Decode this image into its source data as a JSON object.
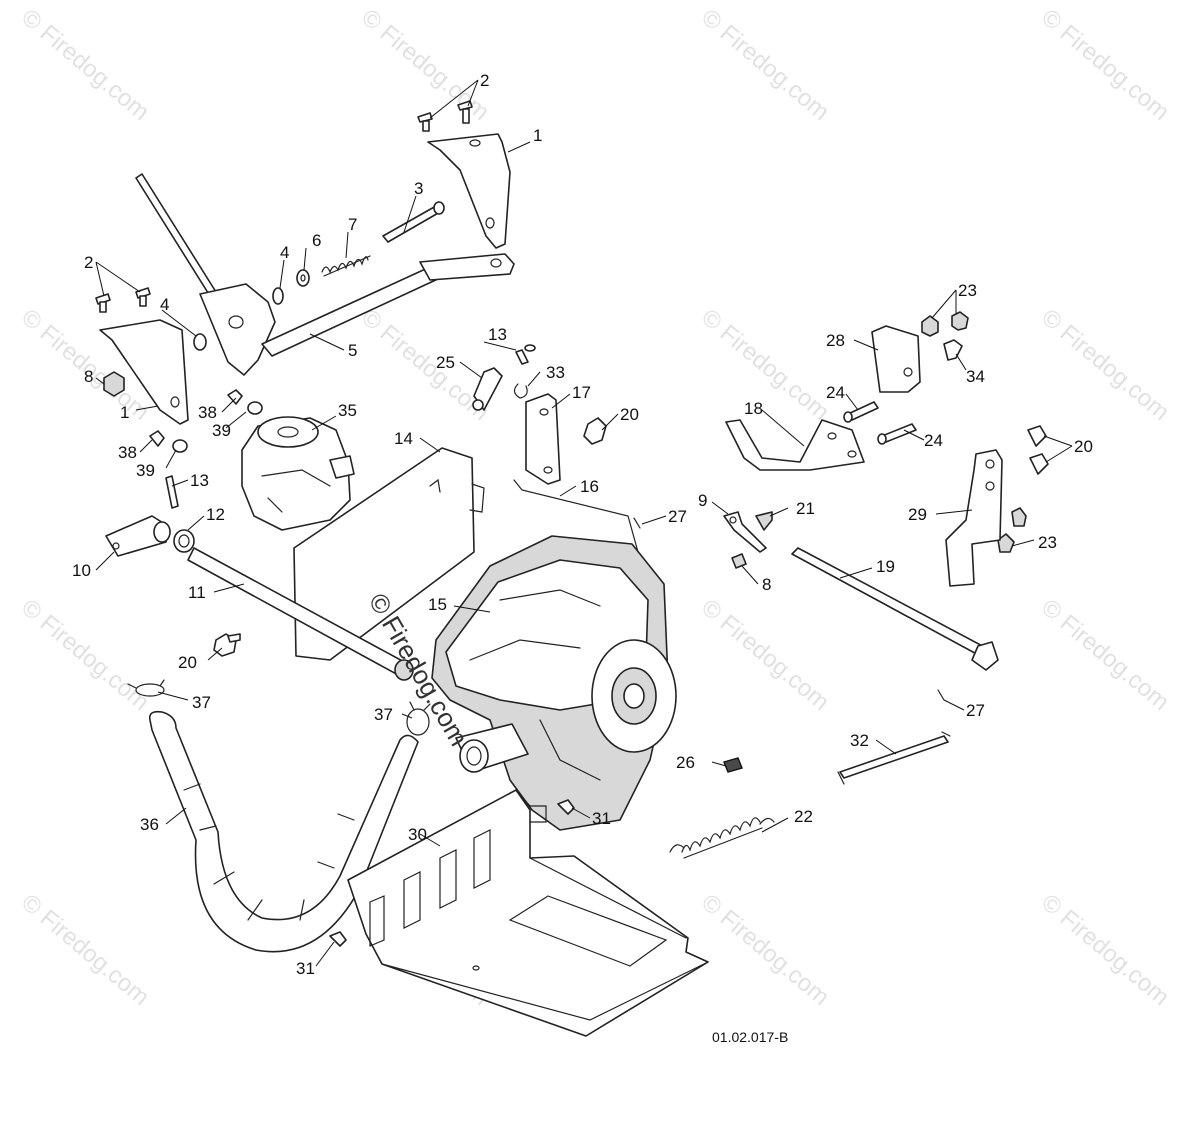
{
  "diagram": {
    "drawing_code": "01.02.017-B",
    "watermark": "© Firedog.com",
    "callouts": [
      {
        "label": "1"
      },
      {
        "label": "1"
      },
      {
        "label": "2"
      },
      {
        "label": "2"
      },
      {
        "label": "3"
      },
      {
        "label": "4"
      },
      {
        "label": "4"
      },
      {
        "label": "5"
      },
      {
        "label": "6"
      },
      {
        "label": "7"
      },
      {
        "label": "8"
      },
      {
        "label": "8"
      },
      {
        "label": "9"
      },
      {
        "label": "10"
      },
      {
        "label": "11"
      },
      {
        "label": "12"
      },
      {
        "label": "13"
      },
      {
        "label": "13"
      },
      {
        "label": "14"
      },
      {
        "label": "15"
      },
      {
        "label": "16"
      },
      {
        "label": "17"
      },
      {
        "label": "18"
      },
      {
        "label": "19"
      },
      {
        "label": "20"
      },
      {
        "label": "20"
      },
      {
        "label": "20"
      },
      {
        "label": "21"
      },
      {
        "label": "22"
      },
      {
        "label": "23"
      },
      {
        "label": "23"
      },
      {
        "label": "24"
      },
      {
        "label": "24"
      },
      {
        "label": "25"
      },
      {
        "label": "26"
      },
      {
        "label": "27"
      },
      {
        "label": "27"
      },
      {
        "label": "28"
      },
      {
        "label": "29"
      },
      {
        "label": "30"
      },
      {
        "label": "31"
      },
      {
        "label": "31"
      },
      {
        "label": "32"
      },
      {
        "label": "33"
      },
      {
        "label": "34"
      },
      {
        "label": "35"
      },
      {
        "label": "36"
      },
      {
        "label": "37"
      },
      {
        "label": "37"
      },
      {
        "label": "38"
      },
      {
        "label": "38"
      },
      {
        "label": "39"
      },
      {
        "label": "39"
      }
    ]
  }
}
